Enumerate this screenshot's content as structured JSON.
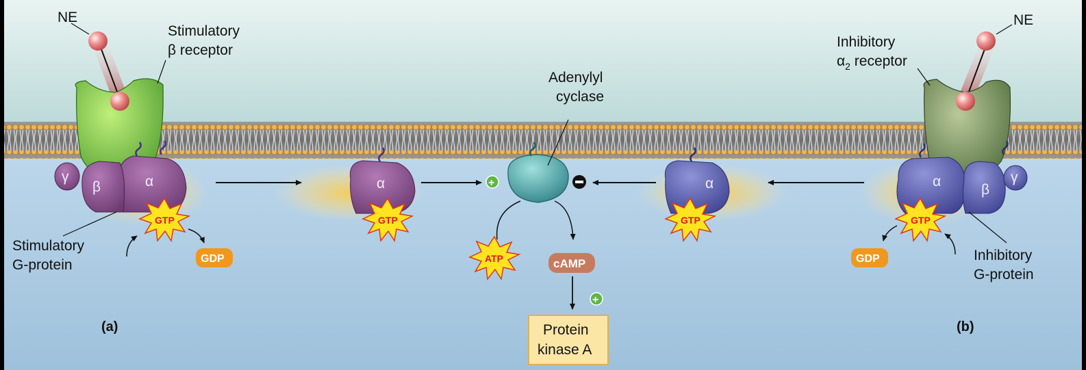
{
  "labels": {
    "ne_left": "NE",
    "ne_right": "NE",
    "stim_receptor": [
      "Stimulatory",
      "β receptor"
    ],
    "inhib_receptor": [
      "Inhibitory",
      "α",
      "2",
      " receptor"
    ],
    "adenylyl_cyclase": [
      "Adenylyl",
      "cyclase"
    ],
    "stim_gprotein": [
      "Stimulatory",
      "G-protein"
    ],
    "inhib_gprotein": [
      "Inhibitory",
      "G-protein"
    ],
    "panel_a": "(a)",
    "panel_b": "(b)",
    "gtp": "GTP",
    "gdp": "GDP",
    "atp": "ATP",
    "camp": "cAMP",
    "pka": [
      "Protein",
      "kinase A"
    ],
    "alpha": "α",
    "beta": "β",
    "gamma": "γ",
    "plus": "+",
    "minus": "−"
  },
  "colors": {
    "background_top": "#cfe6e6",
    "background_bottom": "#a9c9df",
    "membrane_bead": "#f2b34c",
    "stim_protein": "#8a4f8a",
    "inhib_protein": "#5a5ea8",
    "stim_receptor": "#6cc04a",
    "inhib_receptor": "#6f8a55",
    "ligand": "#e87a7a",
    "cyclase": "#3f9fa0",
    "gtp_star": "#ffe020",
    "gdp": "#f0981e",
    "camp": "#c77b5e",
    "pka_box": "#fbe6a6",
    "plus_circle": "#5fb545"
  }
}
